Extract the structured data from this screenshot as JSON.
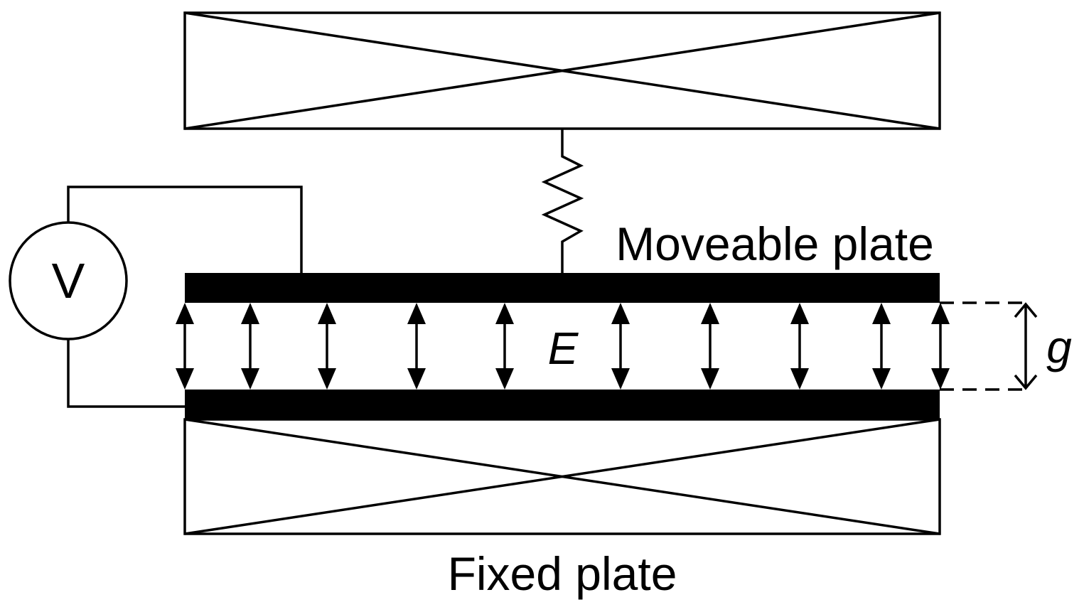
{
  "diagram": {
    "labels": {
      "moveable_plate": "Moveable plate",
      "fixed_plate": "Fixed plate",
      "field": "E",
      "gap": "g",
      "voltage_source": "V"
    },
    "field_arrow_count": 10,
    "colors": {
      "ink": "#000000",
      "background": "#ffffff"
    }
  }
}
